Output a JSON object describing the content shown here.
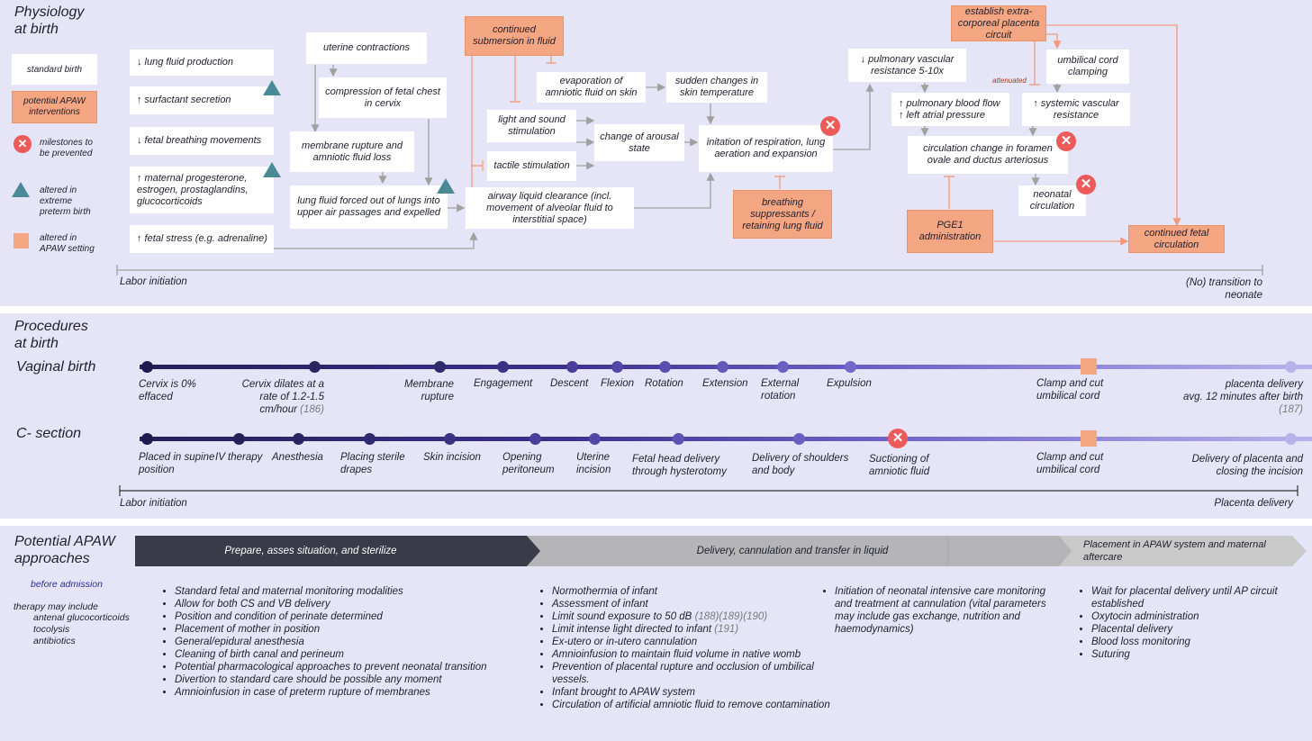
{
  "physiology": {
    "title_l1": "Physiology",
    "title_l2": "at birth",
    "legend": {
      "standard": "standard birth",
      "apaw_int": "potential APAW interventions",
      "milestones": "milestones to be prevented",
      "extreme": "altered in extreme preterm birth",
      "apaw_setting": "altered in APAW setting"
    },
    "boxes": {
      "lung_fluid_prod": "↓ lung fluid production",
      "surfactant": "↑ surfactant secretion",
      "fetal_breathing": "↓ fetal breathing movements",
      "maternal_prog": "↑ maternal progesterone, estrogen, prostaglandins, glucocorticoids",
      "fetal_stress": "↑ fetal stress (e.g. adrenaline)",
      "uterine": "uterine contractions",
      "compression": "compression of fetal chest in cervix",
      "membrane": "membrane rupture and amniotic fluid loss",
      "lung_forced": "lung fluid forced out of lungs into upper air passages and expelled",
      "continued_sub": "continued submersion in fluid",
      "evaporation": "evaporation of amniotic fluid on skin",
      "sudden": "sudden changes in skin temperature",
      "light_sound": "light and sound stimulation",
      "tactile": "tactile stimulation",
      "arousal": "change of arousal state",
      "airway": "airway liquid clearance (incl. movement of alveolar fluid to interstitial space)",
      "initiation": "initation of respiration, lung aeration and expansion",
      "breathing_supp": "breathing suppressants / retaining lung fluid",
      "establish_ecpc": "establish extra-corporeal placenta circuit",
      "pvr": "↓ pulmonary vascular resistance 5-10x",
      "pbf_1": "↑ pulmonary blood flow",
      "pbf_2": "↑ left atrial pressure",
      "cord_clamp": "umbilical cord clamping",
      "svr": "↑ systemic vascular resistance",
      "circ_change": "circulation change in foramen ovale and ductus arteriosus",
      "neonatal_circ": "neonatal circulation",
      "pge1": "PGE1 administration",
      "continued_fetal": "continued fetal circulation",
      "attenuated": "attenuated"
    },
    "axis_start": "Labor initiation",
    "axis_end_l1": "(No) transition to",
    "axis_end_l2": "neonate"
  },
  "procedures": {
    "title_l1": "Procedures",
    "title_l2": "at birth",
    "vaginal_title": "Vaginal birth",
    "csection_title": "C- section",
    "vaginal": {
      "s1": "Cervix is 0% effaced",
      "s2a": "Cervix dilates at a rate of 1.2-1.5 cm/hour",
      "s2ref": "(186)",
      "s3": "Membrane rupture",
      "s4": "Engagement",
      "s5": "Descent",
      "s6": "Flexion",
      "s7": "Rotation",
      "s8": "Extension",
      "s9": "External rotation",
      "s10": "Expulsion",
      "s11": "Clamp and cut umbilical cord",
      "s12a": "placenta delivery",
      "s12b": "avg. 12 minutes after birth",
      "s12ref": "(187)"
    },
    "csection": {
      "s1": "Placed in supine position",
      "s2": "IV therapy",
      "s3": "Anesthesia",
      "s4": "Placing sterile drapes",
      "s5": "Skin incision",
      "s6": "Opening peritoneum",
      "s7": "Uterine incision",
      "s8": "Fetal head delivery through hysterotomy",
      "s9": "Delivery of shoulders and body",
      "s10": "Suctioning of amniotic fluid",
      "s11": "Clamp and cut umbilical cord",
      "s12": "Delivery of placenta and closing the incision"
    },
    "axis_start": "Labor initiation",
    "axis_end": "Placenta delivery"
  },
  "apaw": {
    "title_l1": "Potential APAW",
    "title_l2": "approaches",
    "before_admission": "before admission",
    "therapy_intro": "therapy may include",
    "therapy": [
      "antenal glucocorticoids",
      "tocolysis",
      "antibiotics"
    ],
    "phase1": "Prepare, asses situation, and sterilize",
    "phase2": "Delivery, cannulation and transfer in liquid",
    "phase3": "Placement in APAW system and maternal aftercare",
    "col1": [
      "Standard fetal and maternal monitoring modalities",
      "Allow for both CS and VB delivery",
      "Position and condition of perinate determined",
      "Placement of mother in position",
      "General/epidural anesthesia",
      "Cleaning of birth canal and perineum",
      "Potential pharmacological approaches to prevent neonatal transition",
      "Divertion to standard care should be possible any moment",
      "Amnioinfusion in case of preterm rupture of membranes"
    ],
    "col2": [
      "Normothermia of infant",
      "Assessment of infant",
      "Limit sound exposure to 50 dB",
      "Limit intense light directed to infant",
      "Ex-utero or in-utero cannulation",
      "Amnioinfusion to maintain fluid volume in native womb",
      "Prevention of placental rupture and occlusion of umbilical vessels.",
      "Infant brought to APAW system",
      "Circulation of artificial amniotic fluid to remove contamination"
    ],
    "col2_ref_sound": "(188)(189)(190)",
    "col2_ref_light": "(191)",
    "col3": [
      "Initiation of neonatal intensive care monitoring and treatment at cannulation (vital parameters may include gas exchange, nutrition and haemodynamics)"
    ],
    "col4": [
      "Wait for placental delivery until AP circuit established",
      "Oxytocin administration",
      "Placental delivery",
      "Blood loss monitoring",
      "Suturing"
    ]
  },
  "colors": {
    "panel_bg": "#e6e5f7",
    "orange": "#f4a683",
    "red": "#ec5a5a",
    "teal": "#4a8a96",
    "dark": "#2a2460",
    "gray_arrow": "#a0a0a0"
  }
}
